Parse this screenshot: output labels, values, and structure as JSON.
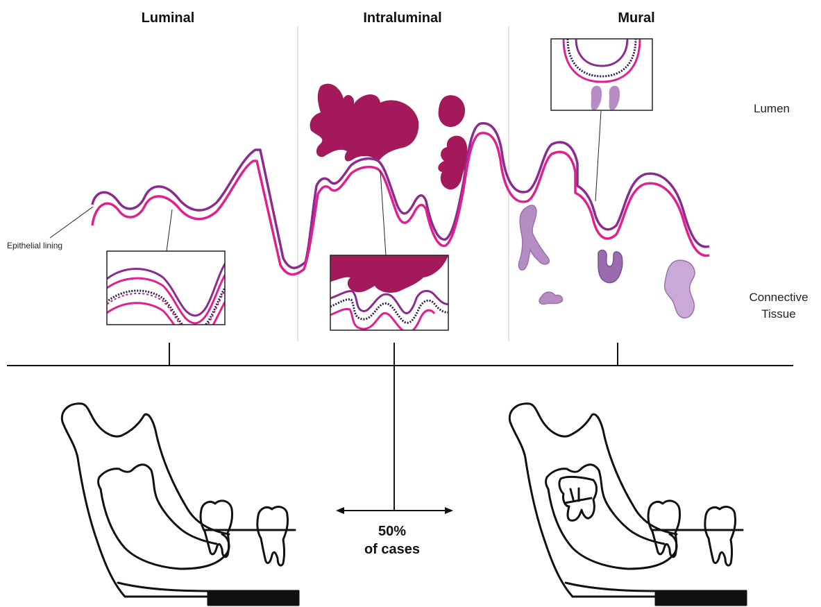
{
  "headings": {
    "luminal": "Luminal",
    "intraluminal": "Intraluminal",
    "mural": "Mural"
  },
  "labels": {
    "lumen": "Lumen",
    "connective_line1": "Connective",
    "connective_line2": "Tissue",
    "epithelial_lining": "Epithelial lining"
  },
  "stat": {
    "value": "50%",
    "caption": "of cases"
  },
  "colors": {
    "purple_line": "#8b2a8f",
    "magenta_line": "#e0208e",
    "tumor": "#a3195b",
    "mural_islands": "#b58cc4",
    "divider": "#d8d8d8"
  }
}
